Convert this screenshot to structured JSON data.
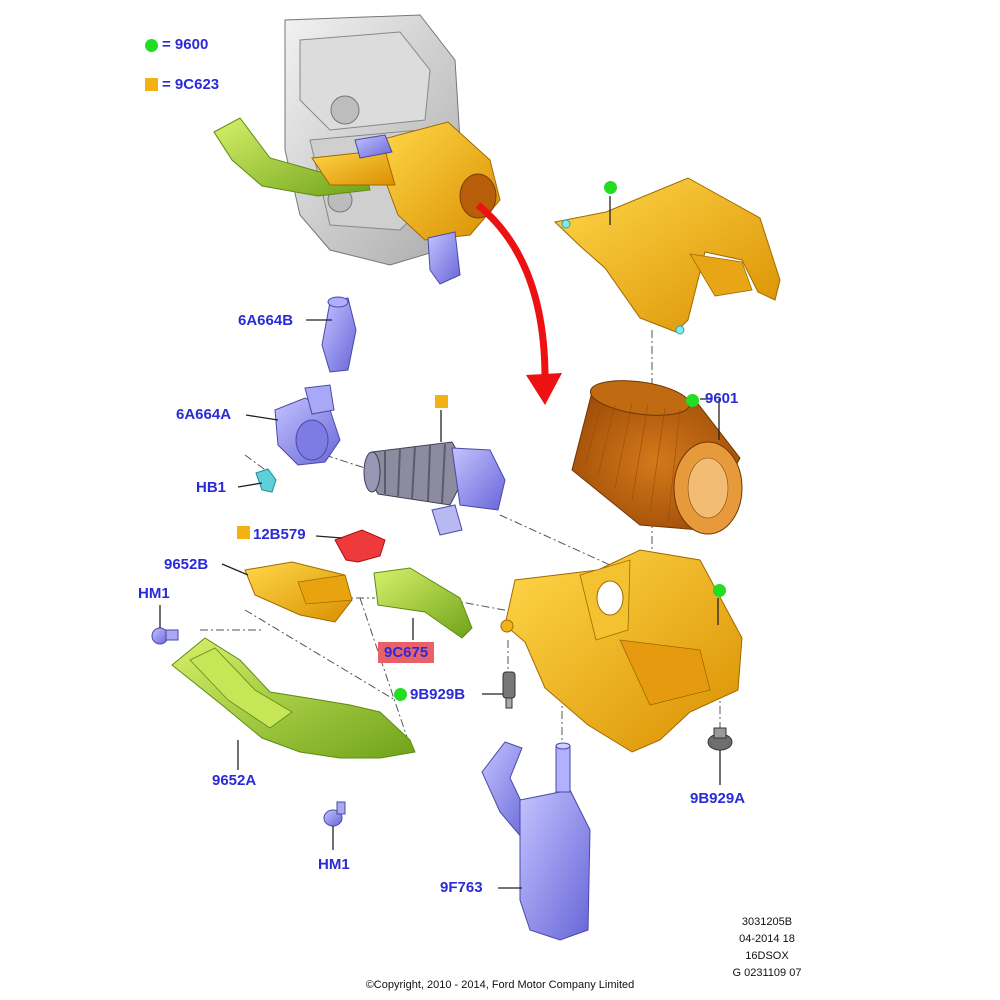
{
  "legend": [
    {
      "symbol": "green-dot",
      "text": "= 9600"
    },
    {
      "symbol": "orange-square",
      "text": "=  9C623"
    }
  ],
  "labels": {
    "p_6a664b": "6A664B",
    "p_6a664a": "6A664A",
    "p_hb1": "HB1",
    "p_12b579": "12B579",
    "p_9652b": "9652B",
    "p_hm1_top": "HM1",
    "p_9652a": "9652A",
    "p_hm1_bottom": "HM1",
    "p_9c675": "9C675",
    "p_9b929b": "9B929B",
    "p_9601": "9601",
    "p_9b929a": "9B929A",
    "p_9f763": "9F763"
  },
  "reference": {
    "line1": "3031205B",
    "line2": "04-2014 18",
    "line3": "16DSOX",
    "line4": "G 0231109 07"
  },
  "copyright": "©Copyright, 2010 - 2014, Ford Motor Company Limited",
  "colors": {
    "label_blue": "#2b2bd6",
    "highlight_red": "#e8606a",
    "part_orange": "#f5b013",
    "part_green": "#a6d42a",
    "part_purple": "#8f8ef0",
    "marker_green": "#22dd22",
    "arrow_red": "#ee1111"
  }
}
